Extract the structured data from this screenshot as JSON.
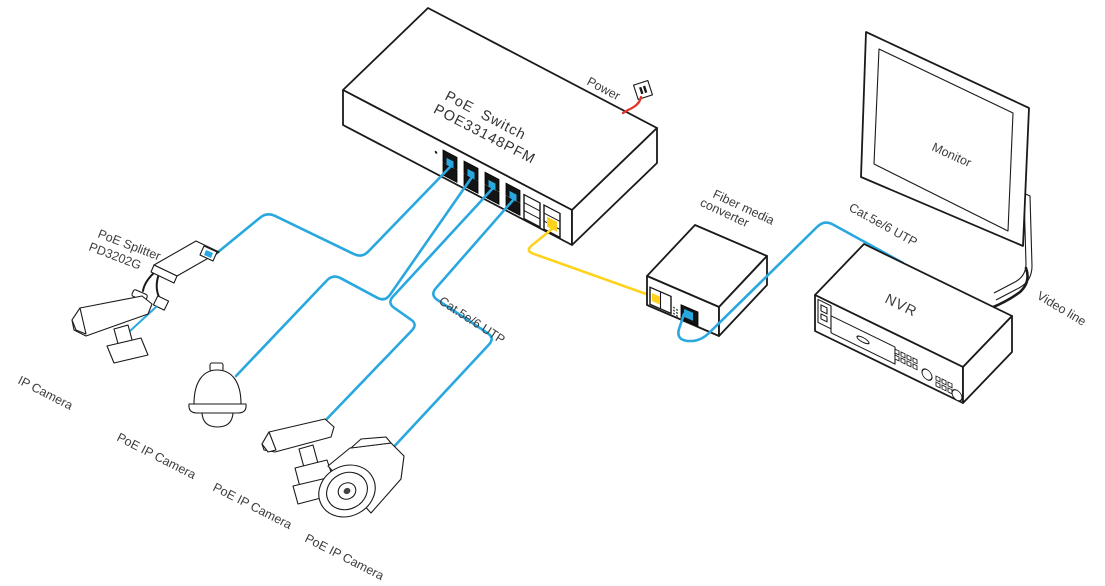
{
  "diagram_type": "poe-surveillance-network-topology",
  "devices": {
    "poe_switch": {
      "name_line1": "PoE  Switch",
      "name_line2": "POE33148PFM"
    },
    "power_outlet": {
      "label": "Power"
    },
    "fiber_converter": {
      "name_line1": "Fiber media",
      "name_line2": "converter"
    },
    "monitor": {
      "label": "Monitor"
    },
    "nvr": {
      "label": "NVR"
    },
    "poe_splitter": {
      "name_line1": "PoE Splitter",
      "name_line2": "PD3202G"
    },
    "ip_camera": {
      "label": "IP Camera"
    },
    "poe_ip_camera_1": {
      "label": "PoE IP Camera"
    },
    "poe_ip_camera_2": {
      "label": "PoE IP Camera"
    },
    "poe_ip_camera_3": {
      "label": "PoE IP Camera"
    }
  },
  "cables": {
    "utp_mid_label": "Cat.5e/6 UTP",
    "utp_right_label": "Cat.5e/6 UTP",
    "video_label": "Video line"
  },
  "colors": {
    "utp": "#29A8E0",
    "fiber": "#FFD21E",
    "power": "#E5322D",
    "outline": "#1A1A1A",
    "label": "#3D3D3D"
  }
}
